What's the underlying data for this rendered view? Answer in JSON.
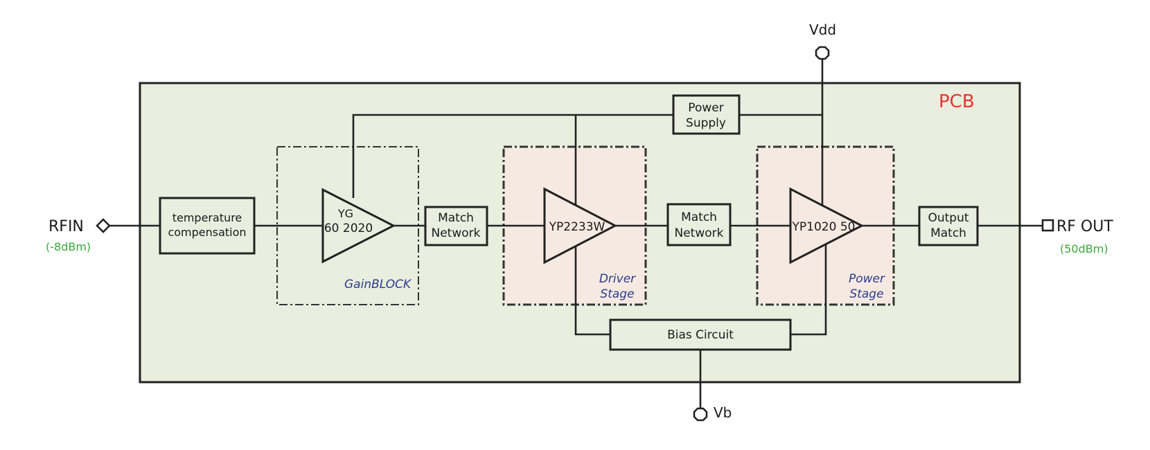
{
  "pcb_label": "PCB",
  "rf_in": {
    "label": "RFIN",
    "level": "(-8dBm)"
  },
  "rf_out": {
    "label": "RF OUT",
    "level": "(50dBm)"
  },
  "vdd_label": "Vdd",
  "vb_label": "Vb",
  "temp_comp": {
    "line1": "temperature",
    "line2": "compensation"
  },
  "gain_amp": {
    "line1": "YG",
    "line2": "60 2020"
  },
  "gain_block_label": "GainBLOCK",
  "match1": {
    "line1": "Match",
    "line2": "Network"
  },
  "driver_amp": {
    "line1": "YP2233W"
  },
  "driver_label": {
    "line1": "Driver",
    "line2": "Stage"
  },
  "match2": {
    "line1": "Match",
    "line2": "Network"
  },
  "power_amp": {
    "line1": "YP1020 50"
  },
  "power_label": {
    "line1": "Power",
    "line2": "Stage"
  },
  "output_match": {
    "line1": "Output",
    "line2": "Match"
  },
  "power_supply": {
    "line1": "Power",
    "line2": "Supply"
  },
  "bias_circuit": {
    "line1": "Bias Circuit"
  },
  "colors": {
    "pcb_fill": "#e9eedf",
    "stage_fill": "#f5e9e1",
    "pcb_label": "#e8332e",
    "level_text": "#3aa83a",
    "stage_text": "#2b3a8c"
  }
}
